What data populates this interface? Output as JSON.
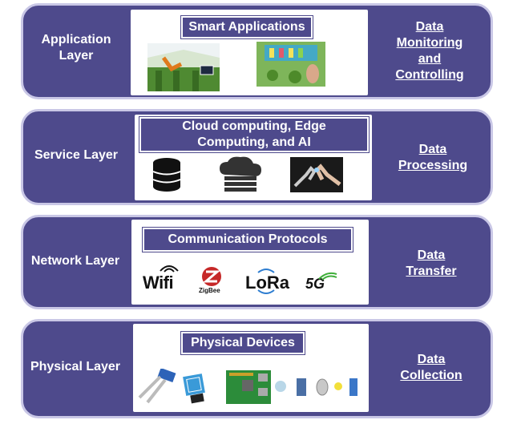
{
  "layers": [
    {
      "name": "Application\nLayer",
      "panel_title": "Smart Applications",
      "right": "Data\nMonitoring\nand\nControlling"
    },
    {
      "name": "Service Layer",
      "panel_title": "Cloud computing, Edge\nComputing, and AI",
      "right": "Data\nProcessing"
    },
    {
      "name": "Network Layer",
      "panel_title": "Communication Protocols",
      "right": "Data\nTransfer"
    },
    {
      "name": "Physical Layer",
      "panel_title": "Physical Devices",
      "right": "Data\nCollection"
    }
  ],
  "protocol_logos": {
    "wifi": "Wifi",
    "zigbee": "ZigBee",
    "lora": "LoRa",
    "fiveg": "5G"
  }
}
